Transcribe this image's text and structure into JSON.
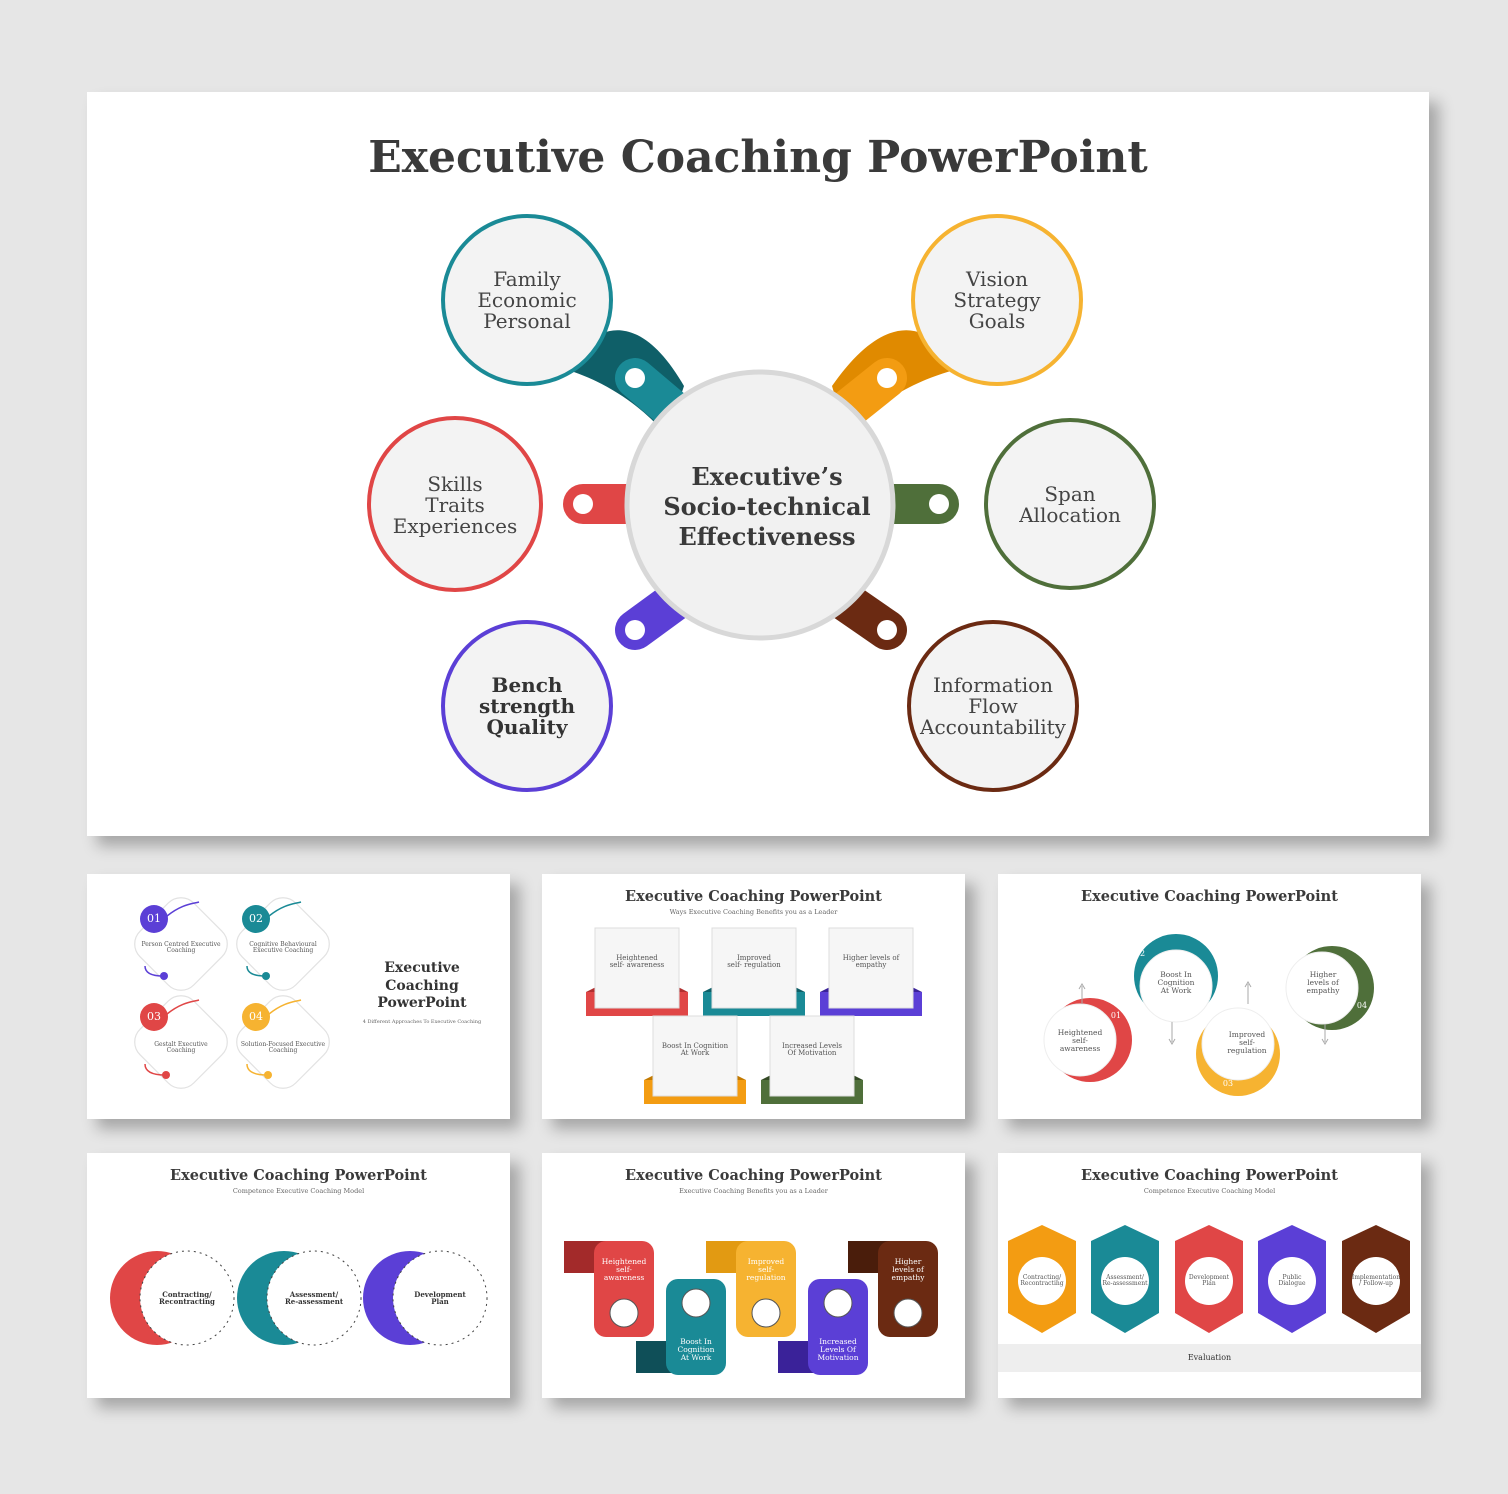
{
  "main": {
    "title": "Executive Coaching PowerPoint",
    "center": "Executive’s\nSocio-technical\nEffectiveness",
    "nodes": [
      {
        "text": "Family\nEconomic\nPersonal",
        "color": "#1a8a96"
      },
      {
        "text": "Skills\nTraits\nExperiences",
        "color": "#e04646"
      },
      {
        "text": "Bench\nstrength\nQuality",
        "color": "#5b3fd6"
      },
      {
        "text": "Vision\nStrategy\nGoals",
        "color": "#f6b331"
      },
      {
        "text": "Span\nAllocation",
        "color": "#4f6f3a"
      },
      {
        "text": "Information\nFlow\nAccountability",
        "color": "#6b2a12"
      }
    ]
  },
  "thumb1": {
    "title": "Executive\nCoaching\nPowerPoint",
    "subtitle": "4 Different Approaches To Executive Coaching",
    "items": [
      {
        "num": "01",
        "text": "Person Centred Executive\nCoaching",
        "color": "#5b3fd6"
      },
      {
        "num": "02",
        "text": "Cognitive Behavioural\nExecutive Coaching",
        "color": "#1a8a96"
      },
      {
        "num": "03",
        "text": "Gestalt Executive\nCoaching",
        "color": "#e04646"
      },
      {
        "num": "04",
        "text": "Solution-Focused Executive\nCoaching",
        "color": "#f6b331"
      }
    ]
  },
  "thumb2": {
    "title": "Executive Coaching PowerPoint",
    "subtitle": "Ways Executive Coaching Benefits you as a Leader",
    "items": [
      {
        "text": "Heightened\nself- awareness",
        "color": "#e04646"
      },
      {
        "text": "Improved\nself- regulation",
        "color": "#1a8a96"
      },
      {
        "text": "Higher levels of\nempathy",
        "color": "#5b3fd6"
      },
      {
        "text": "Boost In Cognition\nAt Work",
        "color": "#f39c12"
      },
      {
        "text": "Increased Levels\nOf Motivation",
        "color": "#4f6f3a"
      }
    ]
  },
  "thumb3": {
    "title": "Executive Coaching PowerPoint",
    "items": [
      {
        "num": "01",
        "text": "Heightened\nself-\nawareness",
        "color": "#e04646"
      },
      {
        "num": "02",
        "text": "Boost In\nCognition\nAt Work",
        "color": "#1a8a96"
      },
      {
        "num": "03",
        "text": "Improved\nself-\nregulation",
        "color": "#f6b331"
      },
      {
        "num": "04",
        "text": "Higher\nlevels of\nempathy",
        "color": "#4f6f3a"
      }
    ]
  },
  "thumb4": {
    "title": "Executive Coaching PowerPoint",
    "subtitle": "Competence Executive Coaching Model",
    "items": [
      {
        "text": "Contracting/\nRecontracting",
        "color": "#e04646"
      },
      {
        "text": "Assessment/\nRe-assessment",
        "color": "#1a8a96"
      },
      {
        "text": "Development\nPlan",
        "color": "#5b3fd6"
      }
    ]
  },
  "thumb5": {
    "title": "Executive Coaching PowerPoint",
    "subtitle": "Executive Coaching Benefits you as a Leader",
    "items": [
      {
        "text": "Heightened\nself-\nawareness",
        "color": "#e04646"
      },
      {
        "text": "Boost In\nCognition\nAt Work",
        "color": "#1a8a96"
      },
      {
        "text": "Improved\nself-\nregulation",
        "color": "#f6b331"
      },
      {
        "text": "Increased\nLevels Of\nMotivation",
        "color": "#5b3fd6"
      },
      {
        "text": "Higher\nlevels of\nempathy",
        "color": "#6b2a12"
      }
    ]
  },
  "thumb6": {
    "title": "Executive Coaching PowerPoint",
    "subtitle": "Competence Executive Coaching Model",
    "items": [
      {
        "text": "Contracting/\nRecontracting",
        "color": "#f39c12"
      },
      {
        "text": "Assessment/\nRe-assessment",
        "color": "#1a8a96"
      },
      {
        "text": "Development\nPlan",
        "color": "#e04646"
      },
      {
        "text": "Public\nDialogue",
        "color": "#5b3fd6"
      },
      {
        "text": "Implementation\n/ Follow-up",
        "color": "#6b2a12"
      }
    ],
    "footer": "Evaluation"
  }
}
